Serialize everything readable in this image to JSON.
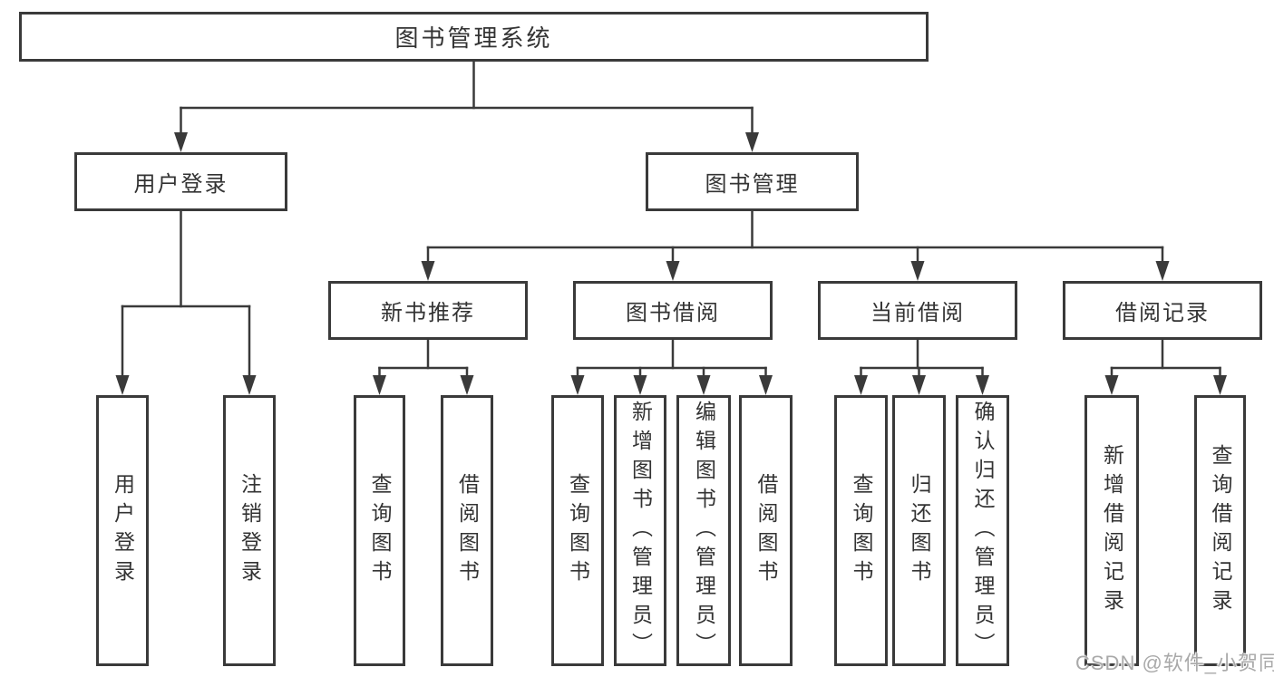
{
  "diagram": {
    "type": "hierarchy-tree",
    "root": {
      "label": "图书管理系统"
    },
    "level2": [
      {
        "label": "用户登录",
        "parent": "图书管理系统"
      },
      {
        "label": "图书管理",
        "parent": "图书管理系统"
      }
    ],
    "level3": [
      {
        "label": "新书推荐",
        "parent": "图书管理"
      },
      {
        "label": "图书借阅",
        "parent": "图书管理"
      },
      {
        "label": "当前借阅",
        "parent": "图书管理"
      },
      {
        "label": "借阅记录",
        "parent": "图书管理"
      }
    ],
    "leaves": [
      {
        "label": "用户登录",
        "parent": "用户登录"
      },
      {
        "label": "注销登录",
        "parent": "用户登录"
      },
      {
        "label": "查询图书",
        "parent": "新书推荐"
      },
      {
        "label": "借阅图书",
        "parent": "新书推荐"
      },
      {
        "label": "查询图书",
        "parent": "图书借阅"
      },
      {
        "label": "新增图书（管理员）",
        "parent": "图书借阅"
      },
      {
        "label": "编辑图书（管理员）",
        "parent": "图书借阅"
      },
      {
        "label": "借阅图书",
        "parent": "图书借阅"
      },
      {
        "label": "查询图书",
        "parent": "当前借阅"
      },
      {
        "label": "归还图书",
        "parent": "当前借阅"
      },
      {
        "label": "确认归还（管理员）",
        "parent": "当前借阅"
      },
      {
        "label": "新增借阅记录",
        "parent": "借阅记录"
      },
      {
        "label": "查询借阅记录",
        "parent": "借阅记录"
      }
    ]
  },
  "watermark": {
    "text": "CSDN @软件_小贺同学"
  },
  "colors": {
    "line": "#3a3a3a",
    "node_border": "#3a3a3a",
    "text": "#333333",
    "background": "#ffffff",
    "watermark": "#a9a9a9"
  }
}
